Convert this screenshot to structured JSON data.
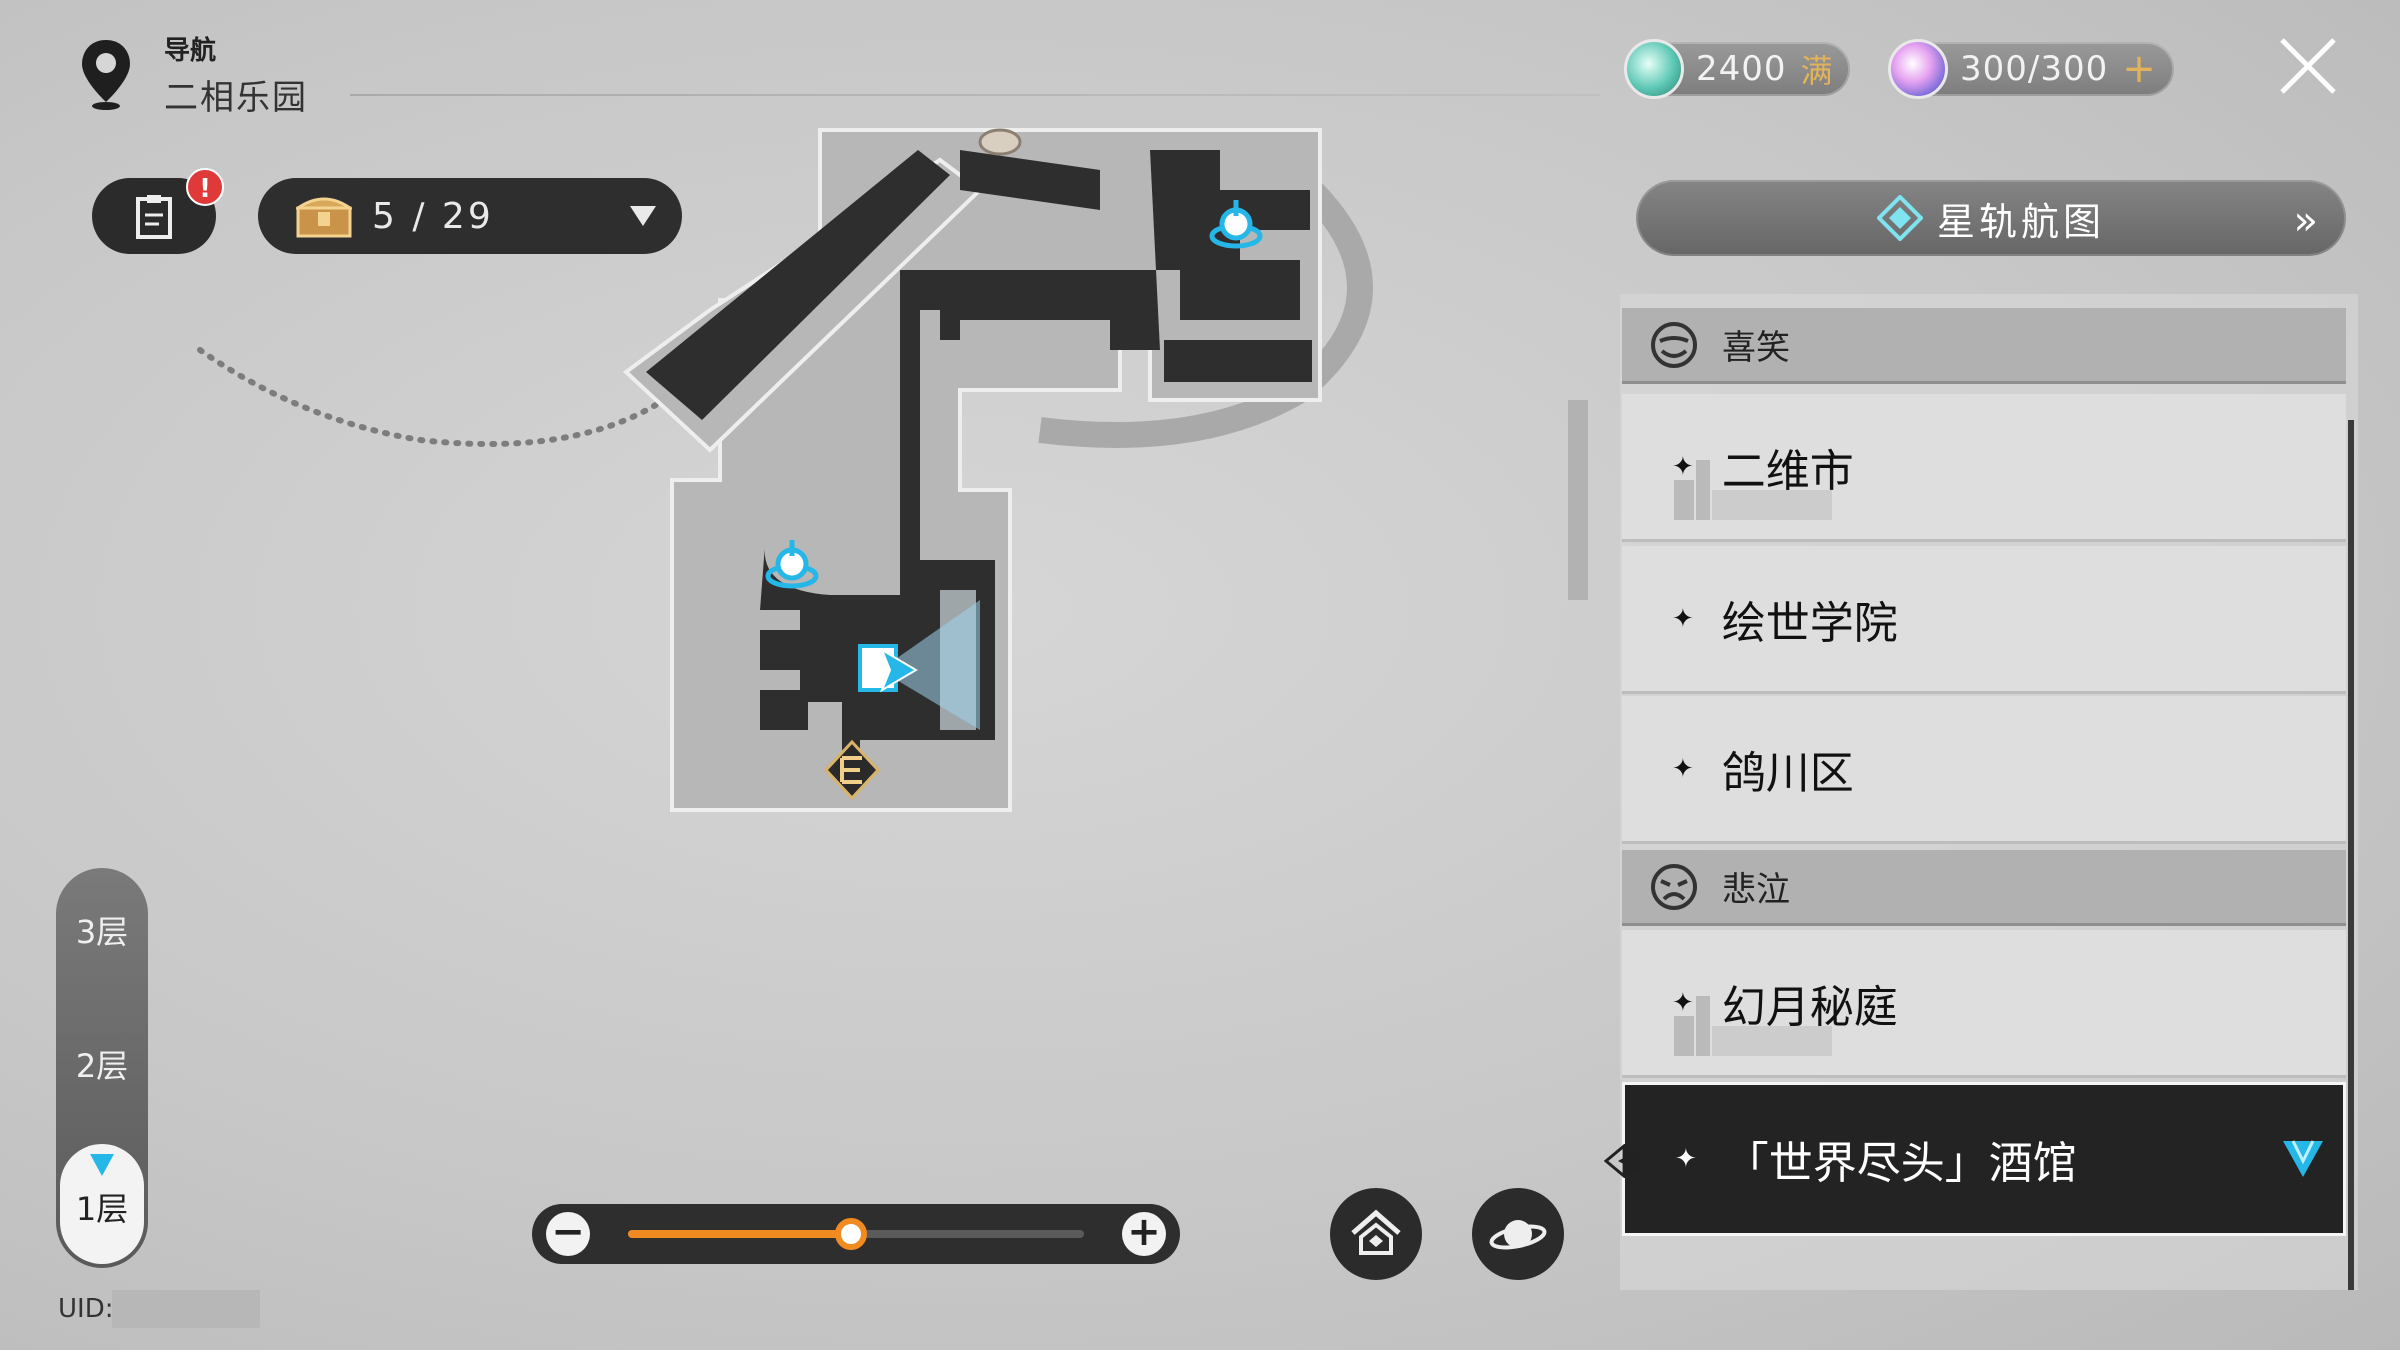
{
  "header": {
    "nav_label": "导航",
    "location": "二相乐园"
  },
  "currency": {
    "power_value": "2400",
    "power_tag": "满",
    "reserve_value": "300/300",
    "reserve_plus": "+"
  },
  "tools": {
    "notes_alert": "!",
    "chest_count": "5 / 29"
  },
  "floors": {
    "items": [
      "3层",
      "2层",
      "1层"
    ],
    "selected": "1层"
  },
  "uid": {
    "label": "UID:"
  },
  "zoom": {
    "minus": "−",
    "plus": "+",
    "level": 0.49
  },
  "panel": {
    "starrail_label": "星轨航图",
    "starrail_arrow": "»",
    "groups": [
      {
        "title": "喜笑",
        "items": [
          "二维市",
          "绘世学院",
          "鸽川区"
        ]
      },
      {
        "title": "悲泣",
        "items": [
          "幻月秘庭",
          "「世界尽头」酒馆"
        ]
      }
    ],
    "selected_item": "「世界尽头」酒馆",
    "star_glyph": "✦"
  },
  "colors": {
    "accent_orange": "#f08a21",
    "marker_cyan": "#25b7e8",
    "gold": "#e2b35b",
    "alert_red": "#e0393a"
  },
  "icons": {
    "nav": "location-pin-icon",
    "close": "close-icon",
    "notes": "clipboard-icon",
    "chest": "treasure-chest-icon",
    "home": "home-icon",
    "planet": "planet-icon",
    "teleport": "space-anchor-icon",
    "player": "player-arrow-icon",
    "exit": "exit-icon"
  }
}
